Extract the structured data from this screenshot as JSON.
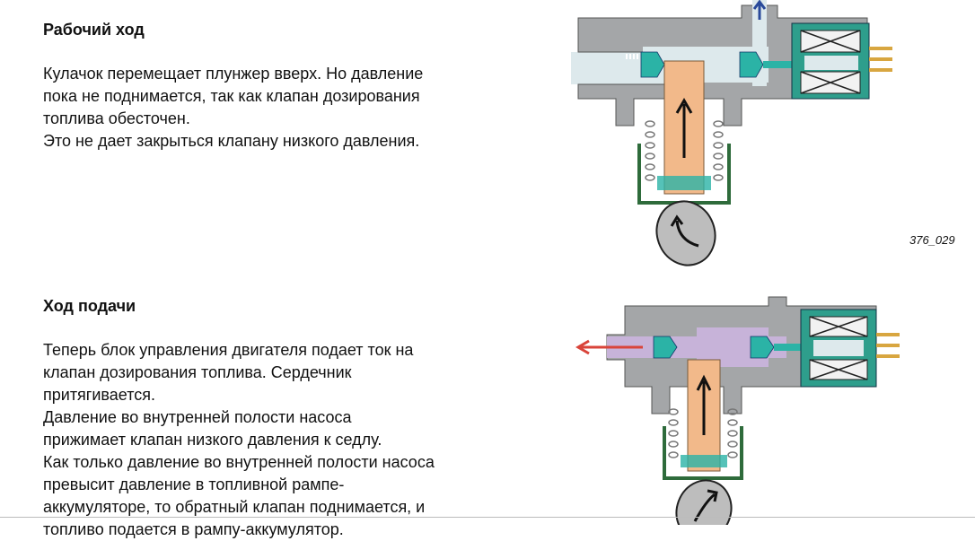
{
  "section1": {
    "heading": "Рабочий ход",
    "lines": [
      "Кулачок перемещает плунжер вверх. Но давление",
      "пока не поднимается, так как клапан дозирования",
      "топлива обесточен.",
      "Это не дает закрыться клапану низкого давления."
    ],
    "figure_id": "376_029"
  },
  "section2": {
    "heading": "Ход подачи",
    "lines": [
      "Теперь блок управления двигателя подает ток на",
      "клапан дозирования топлива. Сердечник",
      "притягивается.",
      "Давление во внутренней полости насоса",
      "прижимает клапан низкого давления к седлу.",
      "Как только давление во внутренней полости насоса",
      "превысит давление в топливной рампе-",
      "аккумуляторе, то обратный клапан поднимается, и",
      "топливо подается в рампу-аккумулятор."
    ]
  },
  "colors": {
    "housing": "#a4a6a8",
    "plunger": "#f2b98a",
    "valve": "#2bb3a6",
    "coil_housing": "#2e9e8c",
    "cup": "#2e6b3b",
    "pressure_fuel": "#c7b3d9",
    "low_fuel": "#dde9ec",
    "arrow_blue": "#2a4a9a",
    "arrow_red": "#d9443a"
  }
}
